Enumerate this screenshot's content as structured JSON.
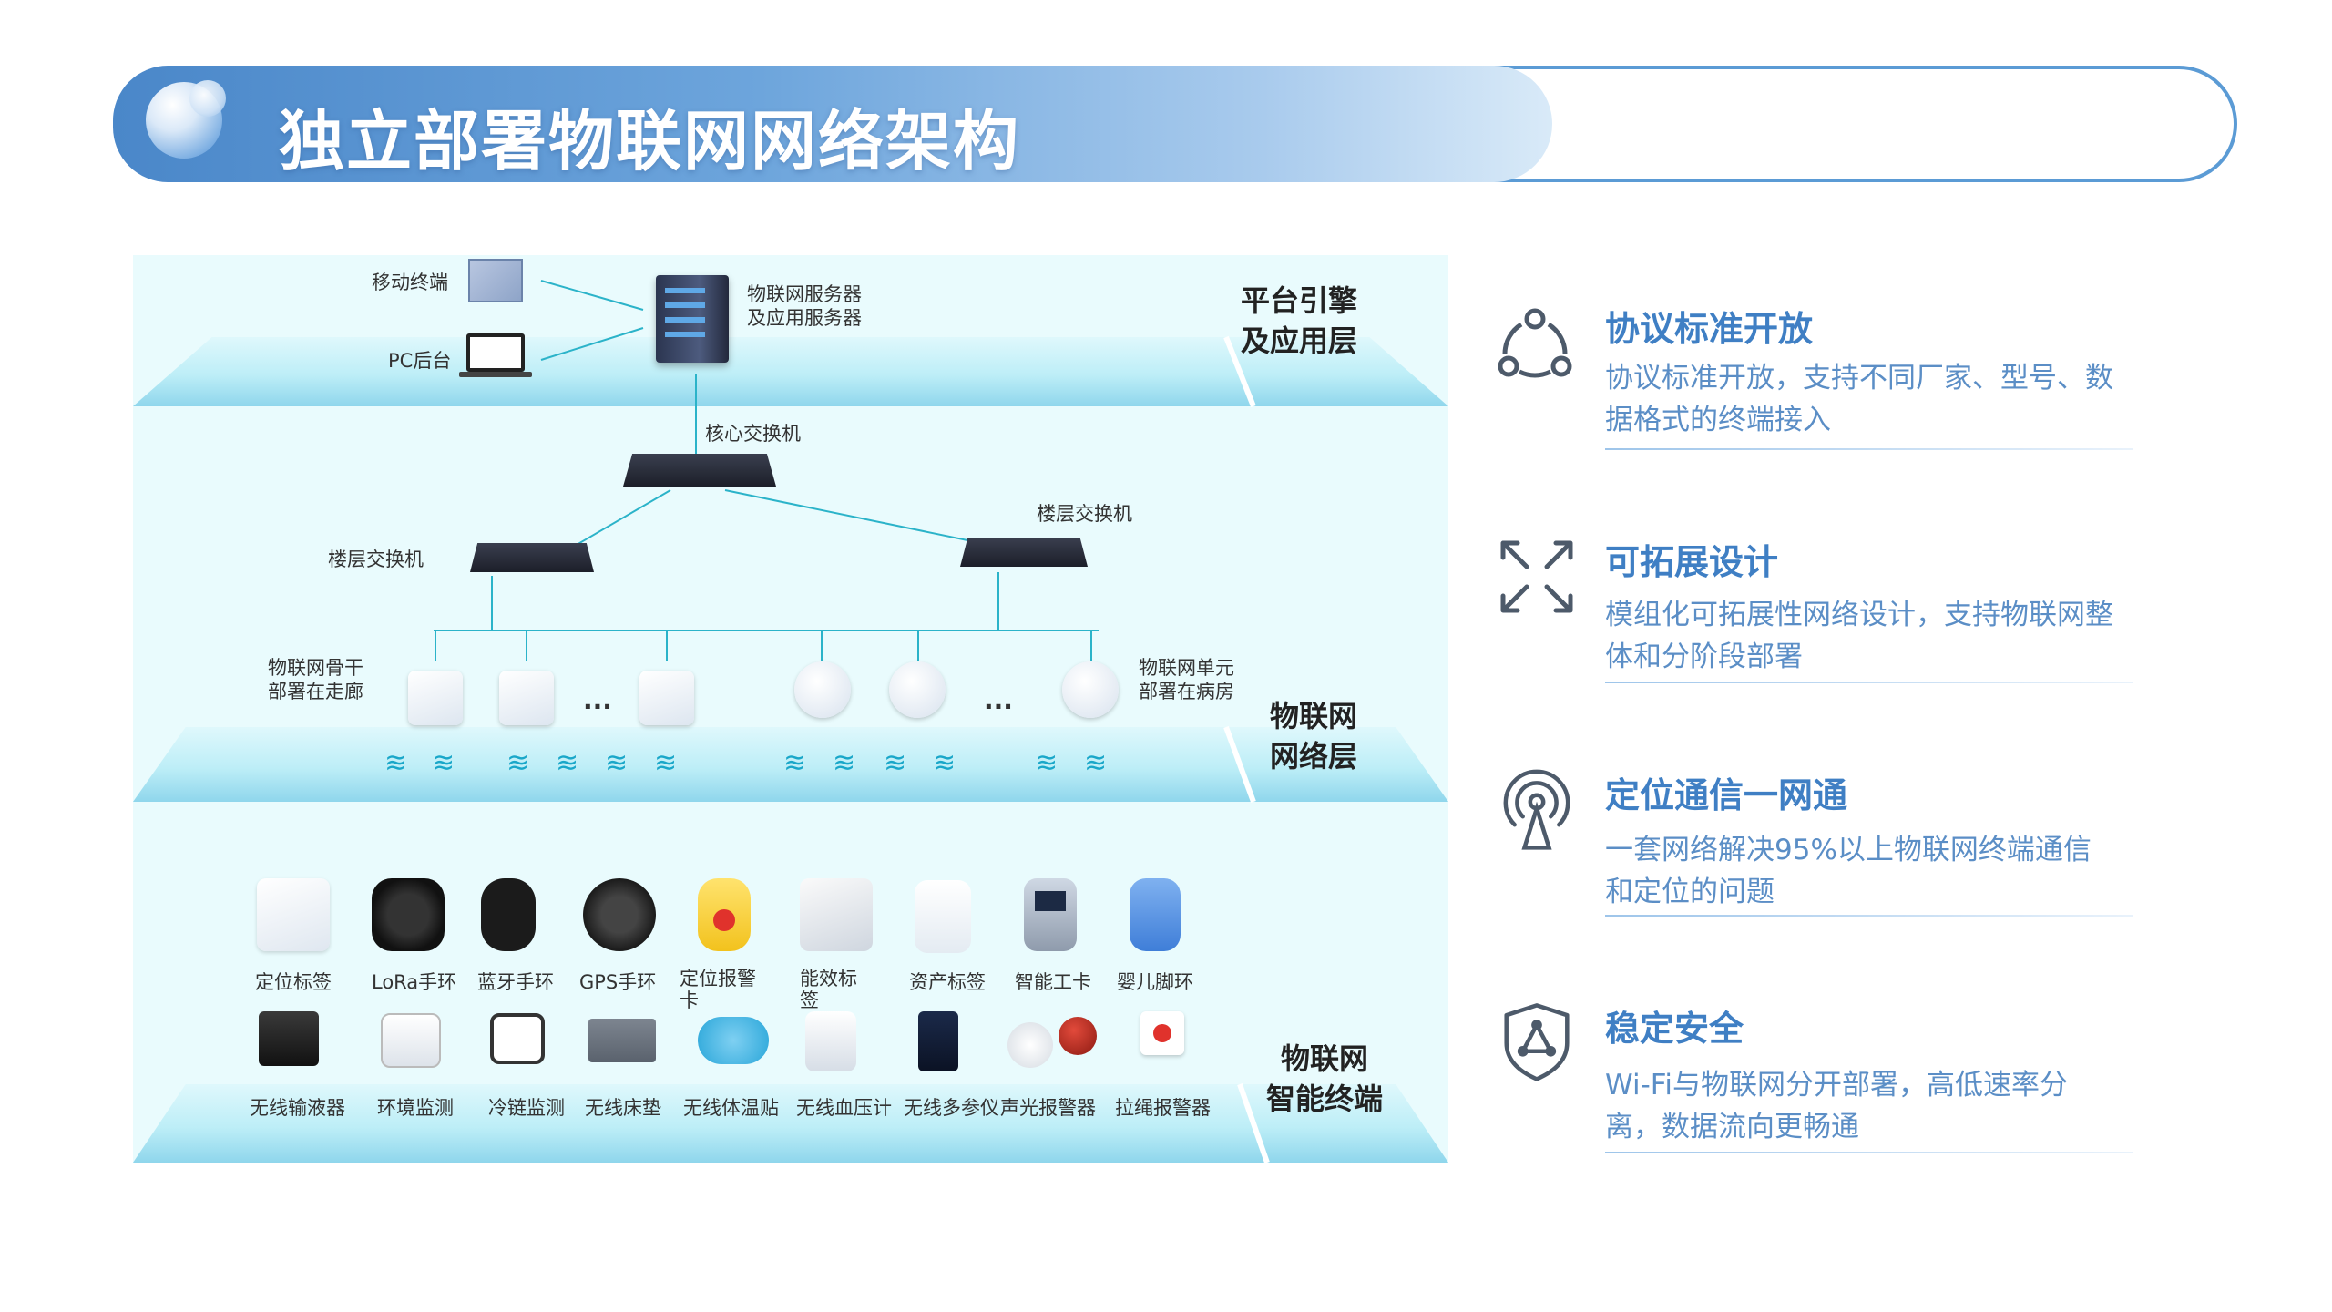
{
  "title": "独立部署物联网网络架构",
  "diagram": {
    "layers": {
      "platform": "平台引擎\n及应用层",
      "network": "物联网\n网络层",
      "terminal": "物联网\n智能终端"
    },
    "nodes": {
      "mobile": "移动终端",
      "pc": "PC后台",
      "server": "物联网服务器\n及应用服务器",
      "core_switch": "核心交换机",
      "floor_switch_left": "楼层交换机",
      "floor_switch_right": "楼层交换机",
      "backbone": "物联网骨干\n部署在走廊",
      "unit": "物联网单元\n部署在病房",
      "ellipsis": "..."
    },
    "devices_row1": [
      "定位标签",
      "LoRa手环",
      "蓝牙手环",
      "GPS手环",
      "定位报警卡",
      "能效标签",
      "资产标签",
      "智能工卡",
      "婴儿脚环"
    ],
    "devices_row2": [
      "无线输液器",
      "环境监测",
      "冷链监测",
      "无线床垫",
      "无线体温贴",
      "无线血压计",
      "无线多参仪",
      "声光报警器",
      "拉绳报警器"
    ]
  },
  "features": [
    {
      "icon": "share-icon",
      "title": "协议标准开放",
      "desc": "协议标准开放，支持不同厂家、型号、数据格式的终端接入"
    },
    {
      "icon": "expand-icon",
      "title": "可拓展设计",
      "desc": "模组化可拓展性网络设计，支持物联网整体和分阶段部署"
    },
    {
      "icon": "broadcast-icon",
      "title": "定位通信一网通",
      "desc": "一套网络解决95%以上物联网终端通信和定位的问题"
    },
    {
      "icon": "shield-icon",
      "title": "稳定安全",
      "desc": "Wi-Fi与物联网分开部署，高低速率分离，数据流向更畅通"
    }
  ],
  "colors": {
    "accent": "#3f7fc4",
    "band": "#8fd6ec"
  }
}
